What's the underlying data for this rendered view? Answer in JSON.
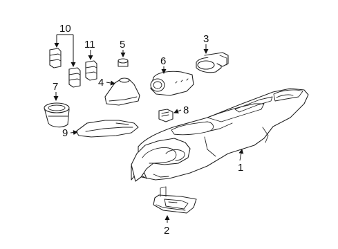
{
  "diagram": {
    "callouts": [
      {
        "id": "c1",
        "label": "1",
        "part": "console-body"
      },
      {
        "id": "c2",
        "label": "2",
        "part": "mounting-bracket"
      },
      {
        "id": "c3",
        "label": "3",
        "part": "shift-bezel"
      },
      {
        "id": "c4",
        "label": "4",
        "part": "shift-boot"
      },
      {
        "id": "c5",
        "label": "5",
        "part": "plug"
      },
      {
        "id": "c6",
        "label": "6",
        "part": "shift-knob-trim"
      },
      {
        "id": "c7",
        "label": "7",
        "part": "cup-holder"
      },
      {
        "id": "c8",
        "label": "8",
        "part": "clip"
      },
      {
        "id": "c9",
        "label": "9",
        "part": "armrest-lid"
      },
      {
        "id": "c10",
        "label": "10",
        "part": "switch-pair"
      },
      {
        "id": "c11",
        "label": "11",
        "part": "switch"
      }
    ]
  }
}
